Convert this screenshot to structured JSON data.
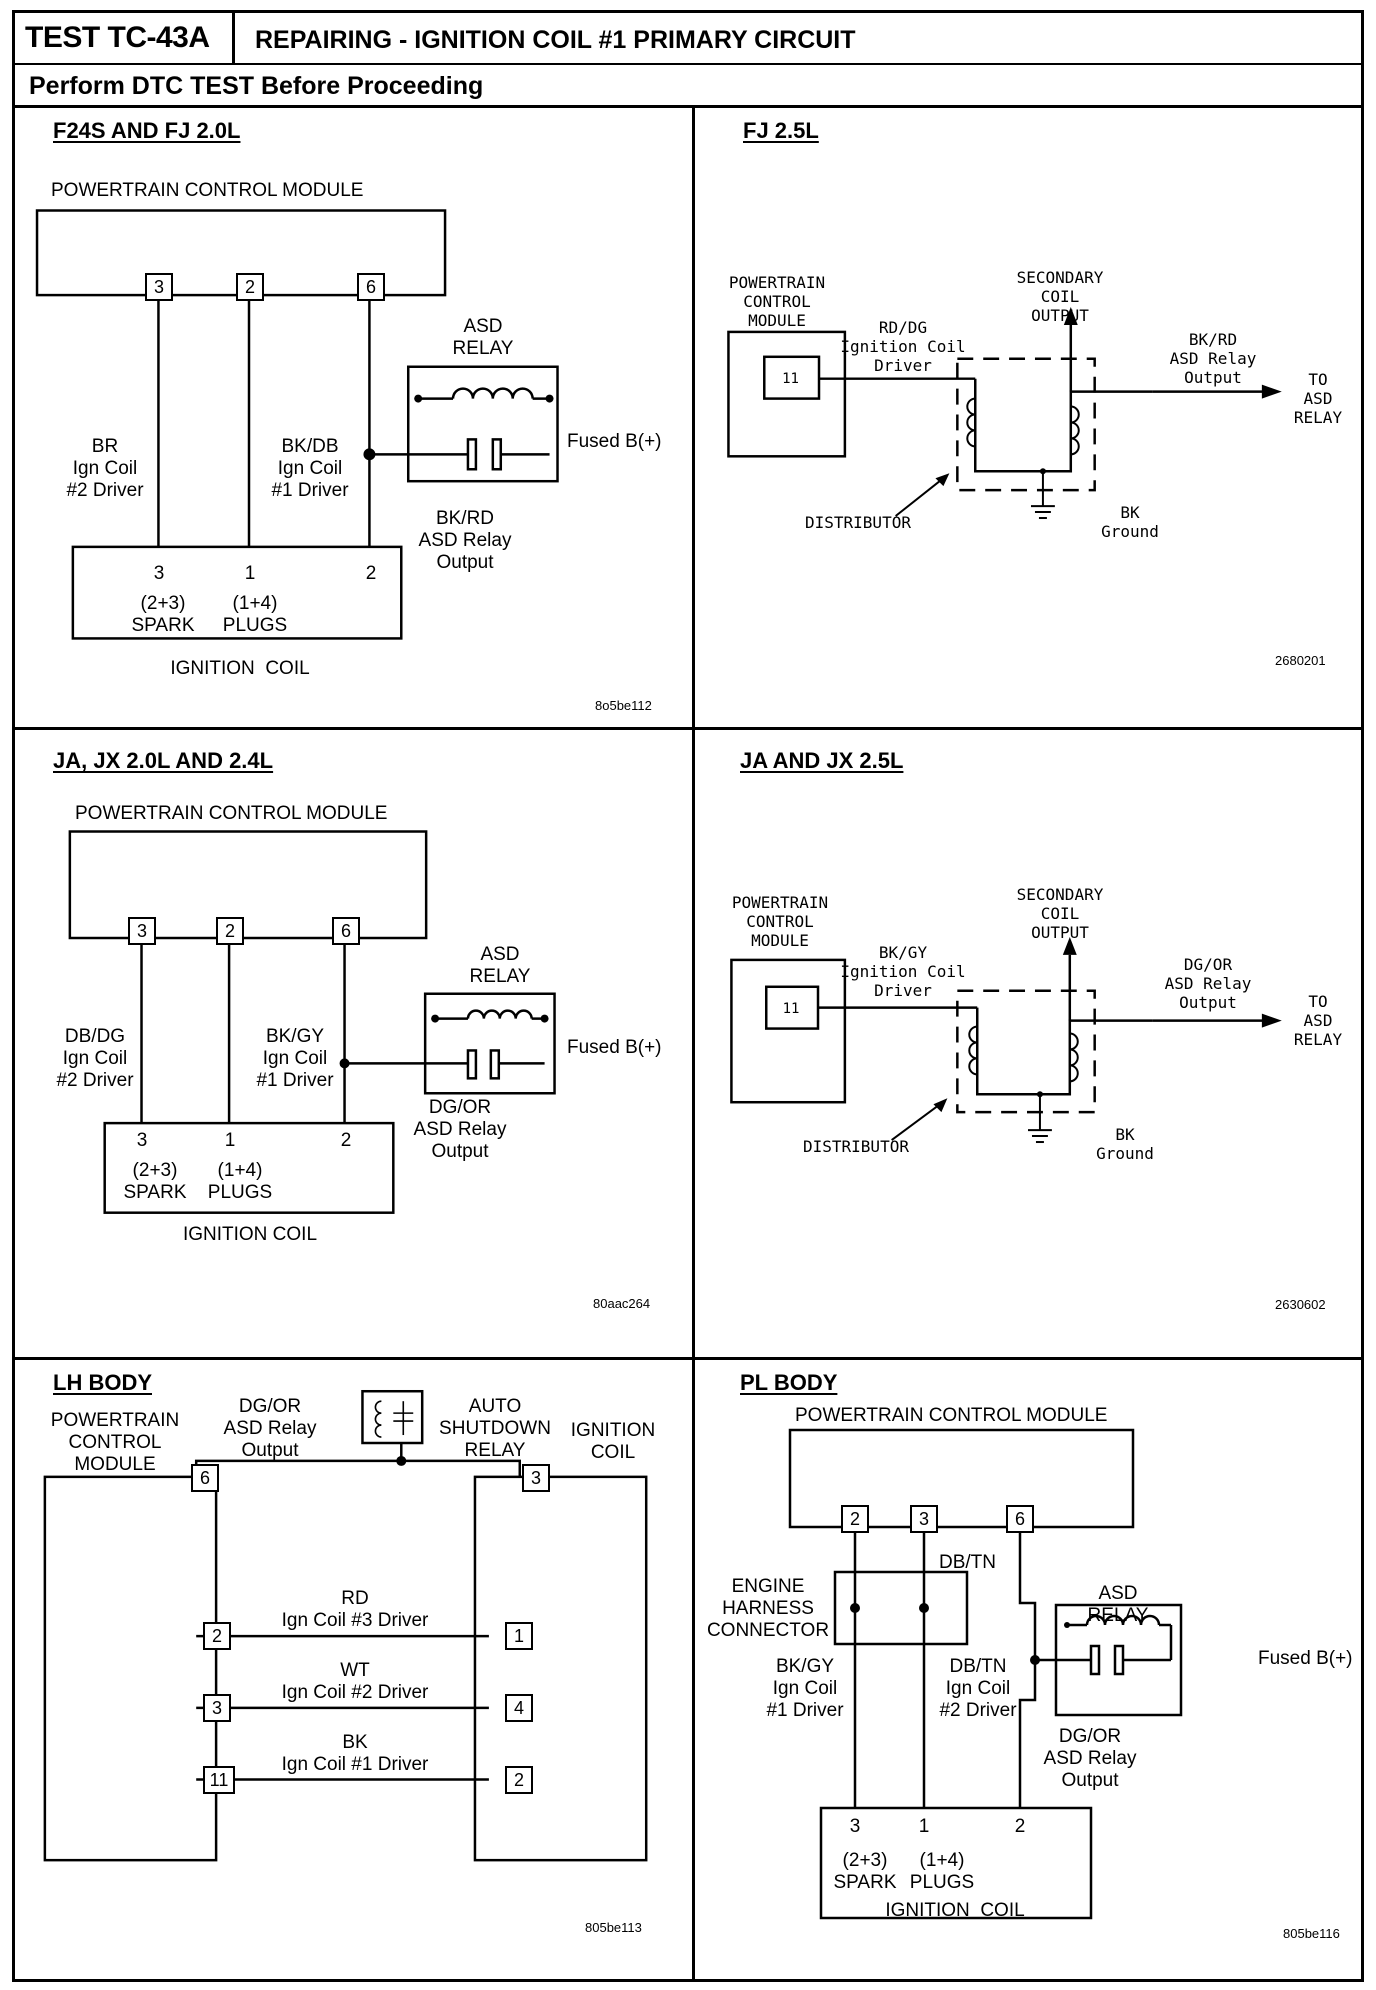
{
  "header": {
    "test_id": "TEST TC-43A",
    "title": "REPAIRING - IGNITION COIL #1 PRIMARY CIRCUIT",
    "notice": "Perform DTC TEST Before Proceeding"
  },
  "panels": {
    "f24s": {
      "title": "F24S AND FJ 2.0L",
      "pcm": "POWERTRAIN CONTROL MODULE",
      "pins": [
        "3",
        "2",
        "6"
      ],
      "relay": [
        "ASD",
        "RELAY"
      ],
      "fused": "Fused B(+)",
      "wire_a": [
        "BR",
        "Ign Coil",
        "#2 Driver"
      ],
      "wire_b": [
        "BK/DB",
        "Ign Coil",
        "#1 Driver"
      ],
      "wire_c": [
        "BK/RD",
        "ASD Relay",
        "Output"
      ],
      "coil_terms": [
        "3",
        "1",
        "2"
      ],
      "spark_groups": [
        "(2+3)",
        "(1+4)"
      ],
      "spark_words": [
        "SPARK",
        "PLUGS"
      ],
      "coil": "IGNITION  COIL",
      "ref": "8o5be112"
    },
    "fj25": {
      "title": "FJ 2.5L",
      "pcm": [
        "POWERTRAIN",
        "CONTROL",
        "MODULE"
      ],
      "pin": "11",
      "driver": [
        "RD/DG",
        "Ignition Coil",
        "Driver"
      ],
      "secondary": [
        "SECONDARY",
        "COIL",
        "OUTPUT"
      ],
      "asd_out": [
        "BK/RD",
        "ASD Relay",
        "Output"
      ],
      "to": [
        "TO",
        "ASD",
        "RELAY"
      ],
      "distributor": "DISTRIBUTOR",
      "ground": [
        "BK",
        "Ground"
      ],
      "ref": "2680201"
    },
    "ja20": {
      "title": "JA, JX 2.0L AND 2.4L",
      "pcm": "POWERTRAIN CONTROL MODULE",
      "pins": [
        "3",
        "2",
        "6"
      ],
      "relay": [
        "ASD",
        "RELAY"
      ],
      "fused": "Fused B(+)",
      "wire_a": [
        "DB/DG",
        "Ign Coil",
        "#2 Driver"
      ],
      "wire_b": [
        "BK/GY",
        "Ign Coil",
        "#1 Driver"
      ],
      "wire_c": [
        "DG/OR",
        "ASD Relay",
        "Output"
      ],
      "coil_terms": [
        "3",
        "1",
        "2"
      ],
      "spark_groups": [
        "(2+3)",
        "(1+4)"
      ],
      "spark_words": [
        "SPARK",
        "PLUGS"
      ],
      "coil": "IGNITION COIL",
      "ref": "80aac264"
    },
    "ja25": {
      "title": "JA AND JX 2.5L",
      "pcm": [
        "POWERTRAIN",
        "CONTROL",
        "MODULE"
      ],
      "pin": "11",
      "driver": [
        "BK/GY",
        "Ignition Coil",
        "Driver"
      ],
      "secondary": [
        "SECONDARY",
        "COIL",
        "OUTPUT"
      ],
      "asd_out": [
        "DG/OR",
        "ASD Relay",
        "Output"
      ],
      "to": [
        "TO",
        "ASD",
        "RELAY"
      ],
      "distributor": "DISTRIBUTOR",
      "ground": [
        "BK",
        "Ground"
      ],
      "ref": "2630602"
    },
    "lh": {
      "title": "LH BODY",
      "pcm": [
        "POWERTRAIN",
        "CONTROL",
        "MODULE"
      ],
      "asd_out": [
        "DG/OR",
        "ASD Relay",
        "Output"
      ],
      "relay": [
        "AUTO",
        "SHUTDOWN",
        "RELAY"
      ],
      "coil": [
        "IGNITION",
        "COIL"
      ],
      "pcm_pins": [
        "6",
        "2",
        "3",
        "11"
      ],
      "coil_pins": [
        "3",
        "1",
        "4",
        "2"
      ],
      "wires": [
        {
          "color": "RD",
          "label": "Ign Coil #3 Driver"
        },
        {
          "color": "WT",
          "label": "Ign Coil #2 Driver"
        },
        {
          "color": "BK",
          "label": "Ign Coil #1 Driver"
        }
      ],
      "ref": "805be113"
    },
    "pl": {
      "title": "PL BODY",
      "pcm": "POWERTRAIN CONTROL MODULE",
      "pins": [
        "2",
        "3",
        "6"
      ],
      "dbtn": "DB/TN",
      "harness": [
        "ENGINE",
        "HARNESS",
        "CONNECTOR"
      ],
      "relay": [
        "ASD",
        "RELAY"
      ],
      "fused": "Fused B(+)",
      "wire_a": [
        "BK/GY",
        "Ign Coil",
        "#1 Driver"
      ],
      "wire_b": [
        "DB/TN",
        "Ign Coil",
        "#2 Driver"
      ],
      "wire_c": [
        "DG/OR",
        "ASD Relay",
        "Output"
      ],
      "coil_terms": [
        "3",
        "1",
        "2"
      ],
      "spark_groups": [
        "(2+3)",
        "(1+4)"
      ],
      "spark_words": [
        "SPARK",
        "PLUGS"
      ],
      "coil": "IGNITION  COIL",
      "ref": "805be116"
    }
  }
}
